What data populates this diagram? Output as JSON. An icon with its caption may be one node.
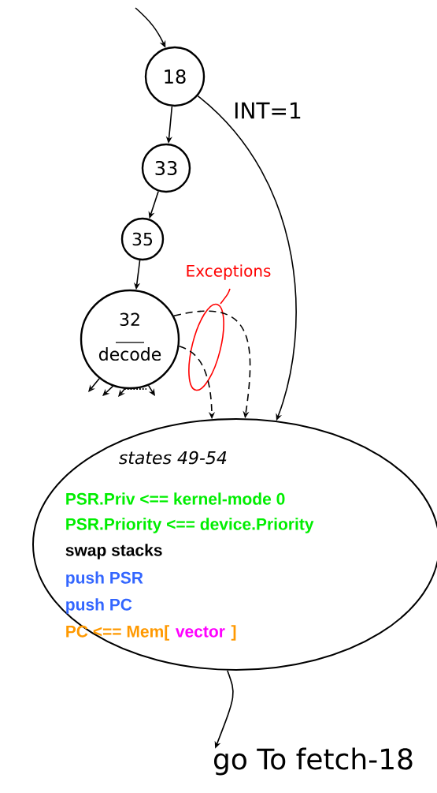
{
  "diagram": {
    "nodes": [
      {
        "text": [
          "18"
        ]
      },
      {
        "text": [
          "33"
        ]
      },
      {
        "text": [
          "35"
        ]
      },
      {
        "text": [
          "32",
          "decode"
        ]
      },
      {
        "text": [
          "states 49-54",
          "PSR.Priv <== kernel-mode 0",
          "PSR.Priority <== device.Priority",
          "swap stacks",
          "push PSR",
          "push PC",
          "PC <== Mem[",
          "vector",
          "]"
        ]
      },
      {
        "text": [
          "go To fetch-18"
        ]
      }
    ],
    "labels": [
      "Exceptions"
    ],
    "edges": [
      {
        "from": null,
        "to": 0,
        "arrow": "to"
      },
      {
        "from": 0,
        "to": 1,
        "arrow": "to"
      },
      {
        "from": 1,
        "to": 2,
        "arrow": "to"
      },
      {
        "from": 2,
        "to": 3,
        "arrow": "to"
      },
      {
        "from": 0,
        "to": 4,
        "arrow": "to",
        "label": "INT=1"
      },
      {
        "from": 3,
        "to": 4,
        "arrow": "to",
        "style": "dashed"
      },
      {
        "from": 3,
        "to": 4,
        "arrow": "to",
        "style": "dashed"
      },
      {
        "from": 3,
        "to": null,
        "arrow": "to"
      },
      {
        "from": 3,
        "to": null,
        "arrow": "to"
      },
      {
        "from": 3,
        "to": null,
        "arrow": "to"
      },
      {
        "from": 3,
        "to": null,
        "arrow": "to"
      },
      {
        "from": 4,
        "to": 5,
        "arrow": "to"
      }
    ]
  }
}
